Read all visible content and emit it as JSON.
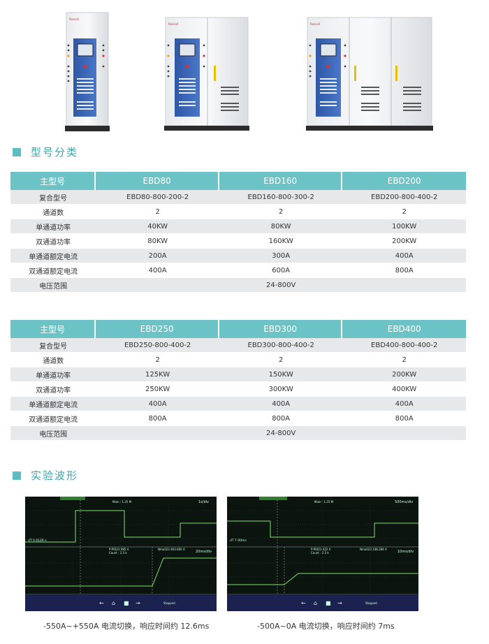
{
  "cabinets": [
    {
      "brand": "Rossall",
      "doors": 1
    },
    {
      "brand": "Rossall",
      "doors": 2
    },
    {
      "brand": "Rossall",
      "doors": 3
    }
  ],
  "section_models": "型号分类",
  "section_waves": "实验波形",
  "table1": {
    "header": [
      "主型号",
      "EBD80",
      "EBD160",
      "EBD200"
    ],
    "rows": [
      [
        "复合型号",
        "EBD80-800-200-2",
        "EBD160-800-300-2",
        "EBD200-800-400-2"
      ],
      [
        "通道数",
        "2",
        "2",
        "2"
      ],
      [
        "单通道功率",
        "40KW",
        "80KW",
        "100KW"
      ],
      [
        "双通道功率",
        "80KW",
        "160KW",
        "200KW"
      ],
      [
        "单通道额定电流",
        "200A",
        "300A",
        "400A"
      ],
      [
        "双通道额定电流",
        "400A",
        "600A",
        "800A"
      ]
    ],
    "voltage_label": "电压范围",
    "voltage_value": "24-800V"
  },
  "table2": {
    "header": [
      "主型号",
      "EBD250",
      "EBD300",
      "EBD400"
    ],
    "rows": [
      [
        "复合型号",
        "EBD250-800-400-2",
        "EBD300-800-400-2",
        "EBD400-800-400-2"
      ],
      [
        "通道数",
        "2",
        "2",
        "2"
      ],
      [
        "单通道功率",
        "125KW",
        "150KW",
        "200KW"
      ],
      [
        "双通道功率",
        "250KW",
        "300KW",
        "400KW"
      ],
      [
        "单通道额定电流",
        "400A",
        "400A",
        "400A"
      ],
      [
        "双通道额定电流",
        "800A",
        "800A",
        "800A"
      ]
    ],
    "voltage_label": "电压范围",
    "voltage_value": "24-800V"
  },
  "scope1": {
    "top_time": "1s/div",
    "bottom_time": "20ms/div",
    "top_readout": "Main : 1.25 M",
    "cursor": "dT 0.0126 s",
    "meas_a": "P:PID23 985 A",
    "meas_b": "Nmx023 463.600 A",
    "meas_c": "Count : 2.5 k",
    "status": "Stopped"
  },
  "scope2": {
    "top_time": "500ms/div",
    "bottom_time": "10ms/div",
    "top_readout": "Main : 1.25 M",
    "cursor": "dT 7.00ms",
    "meas_a": "P:PID23 422 A",
    "meas_b": "Nmx023 338.284 A",
    "meas_c": "Count : 2.5 k",
    "status": "Stopped"
  },
  "caption1": "-550A~+550A 电流切换，响应时间约 12.6ms",
  "caption2": "-500A~0A 电流切换，响应时间约 7ms",
  "colors": {
    "accent": "#6cc3c6",
    "trace": "#7ee36b",
    "scope_bg": "#0c1410"
  }
}
